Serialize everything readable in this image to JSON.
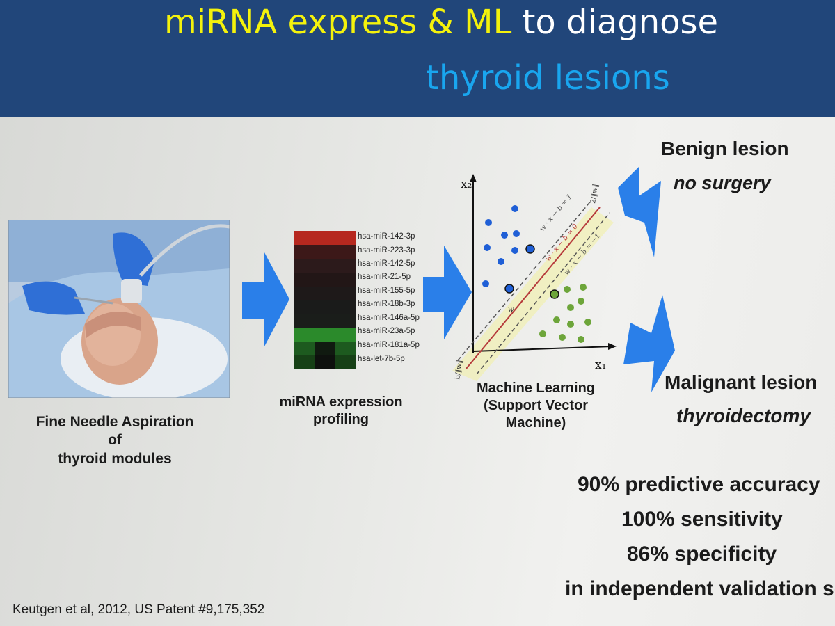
{
  "header": {
    "title_part1": "miRNA express & ML",
    "title_part2": " to diagnose",
    "title_line2": "thyroid lesions",
    "colors": {
      "background": "#21467a",
      "highlight": "#f4f20c",
      "accent": "#19a6ef",
      "text": "#ffffff"
    }
  },
  "step1": {
    "label_line1": "Fine Needle Aspiration of",
    "label_line2": "thyroid modules"
  },
  "step2": {
    "label_line1": "miRNA expression",
    "label_line2": "profiling",
    "mirnas": [
      "hsa-miR-142-3p",
      "hsa-miR-223-3p",
      "hsa-miR-142-5p",
      "hsa-miR-21-5p",
      "hsa-miR-155-5p",
      "hsa-miR-18b-3p",
      "hsa-miR-146a-5p",
      "hsa-miR-23a-5p",
      "hsa-miR-181a-5p",
      "hsa-let-7b-5p"
    ]
  },
  "step3": {
    "label_line1": "Machine Learning",
    "label_line2": "(Support Vector",
    "label_line3": "Machine)",
    "axis_x": "x₁",
    "axis_y": "x₂",
    "eq_top": "w · x − b = 1",
    "eq_mid": "w · x − b = 0",
    "eq_bot": "w · x − b = −1",
    "margin": "2/‖w‖",
    "offset": "b/‖w‖",
    "normal": "w"
  },
  "outcomes": {
    "benign": "Benign lesion",
    "benign_action": "no surgery",
    "malignant": "Malignant lesion",
    "malignant_action": "thyroidectomy"
  },
  "stats": {
    "accuracy": "90% predictive accuracy",
    "sensitivity": "100% sensitivity",
    "specificity": "86% specificity",
    "validation": "in independent validation set"
  },
  "citation": "Keutgen et al, 2012, US Patent #9,175,352"
}
